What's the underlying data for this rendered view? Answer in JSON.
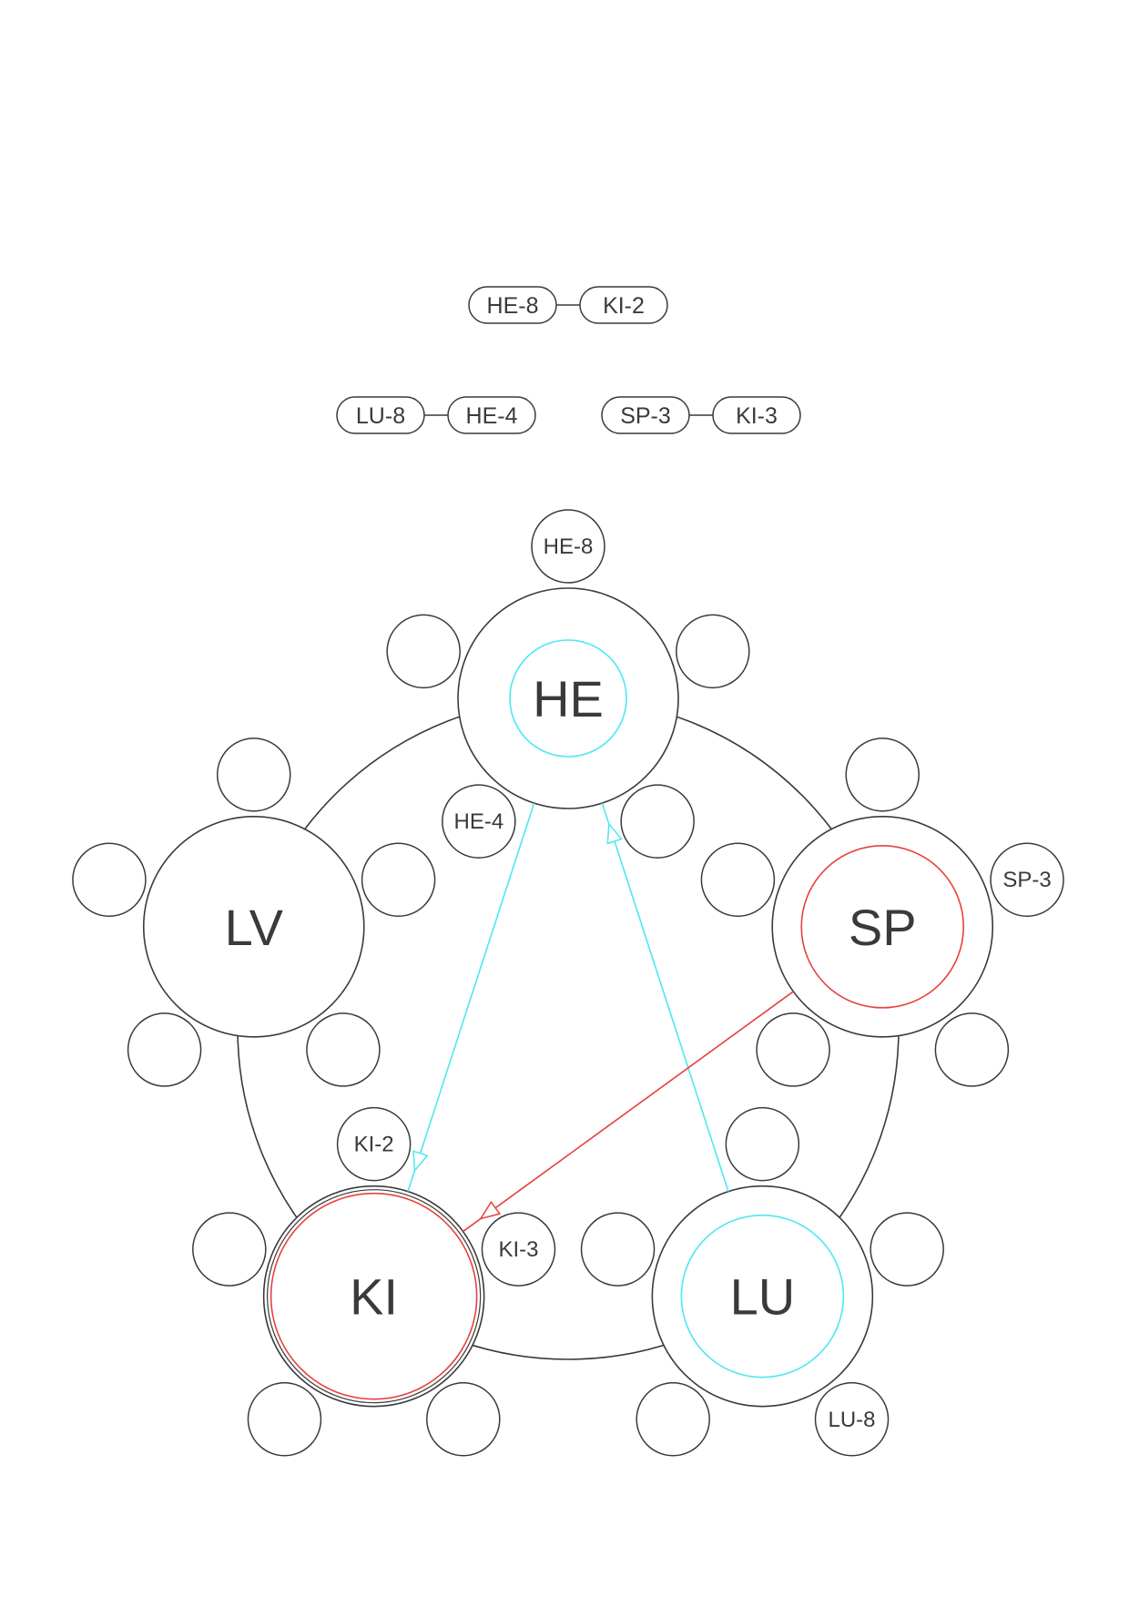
{
  "pairs": [
    {
      "a": "HE-8",
      "b": "KI-2"
    },
    {
      "a": "LU-8",
      "b": "HE-4"
    },
    {
      "a": "SP-3",
      "b": "KI-3"
    }
  ],
  "organs": [
    {
      "name": "HE",
      "ring_color": "#4de8ee",
      "ring_style": "inner",
      "points": [
        "HE-8",
        "",
        "",
        "HE-4",
        ""
      ]
    },
    {
      "name": "SP",
      "ring_color": "#e8403f",
      "ring_style": "wide",
      "points": [
        "",
        "SP-3",
        "",
        "",
        ""
      ]
    },
    {
      "name": "LU",
      "ring_color": "#4de8ee",
      "ring_style": "wide",
      "points": [
        "",
        "",
        "LU-8",
        "",
        ""
      ]
    },
    {
      "name": "KI",
      "ring_color": "#e8403f",
      "ring_style": "double",
      "points": [
        "KI-2",
        "KI-3",
        "",
        "",
        ""
      ]
    },
    {
      "name": "LV",
      "ring_color": null,
      "ring_style": "none",
      "points": [
        "",
        "",
        "",
        "",
        ""
      ]
    }
  ],
  "edges": [
    {
      "from": "HE",
      "to": "KI",
      "color": "#4de8ee"
    },
    {
      "from": "LU",
      "to": "HE",
      "color": "#4de8ee"
    },
    {
      "from": "SP",
      "to": "KI",
      "color": "#e8403f"
    }
  ],
  "stroke_color": "#3a3a3a"
}
